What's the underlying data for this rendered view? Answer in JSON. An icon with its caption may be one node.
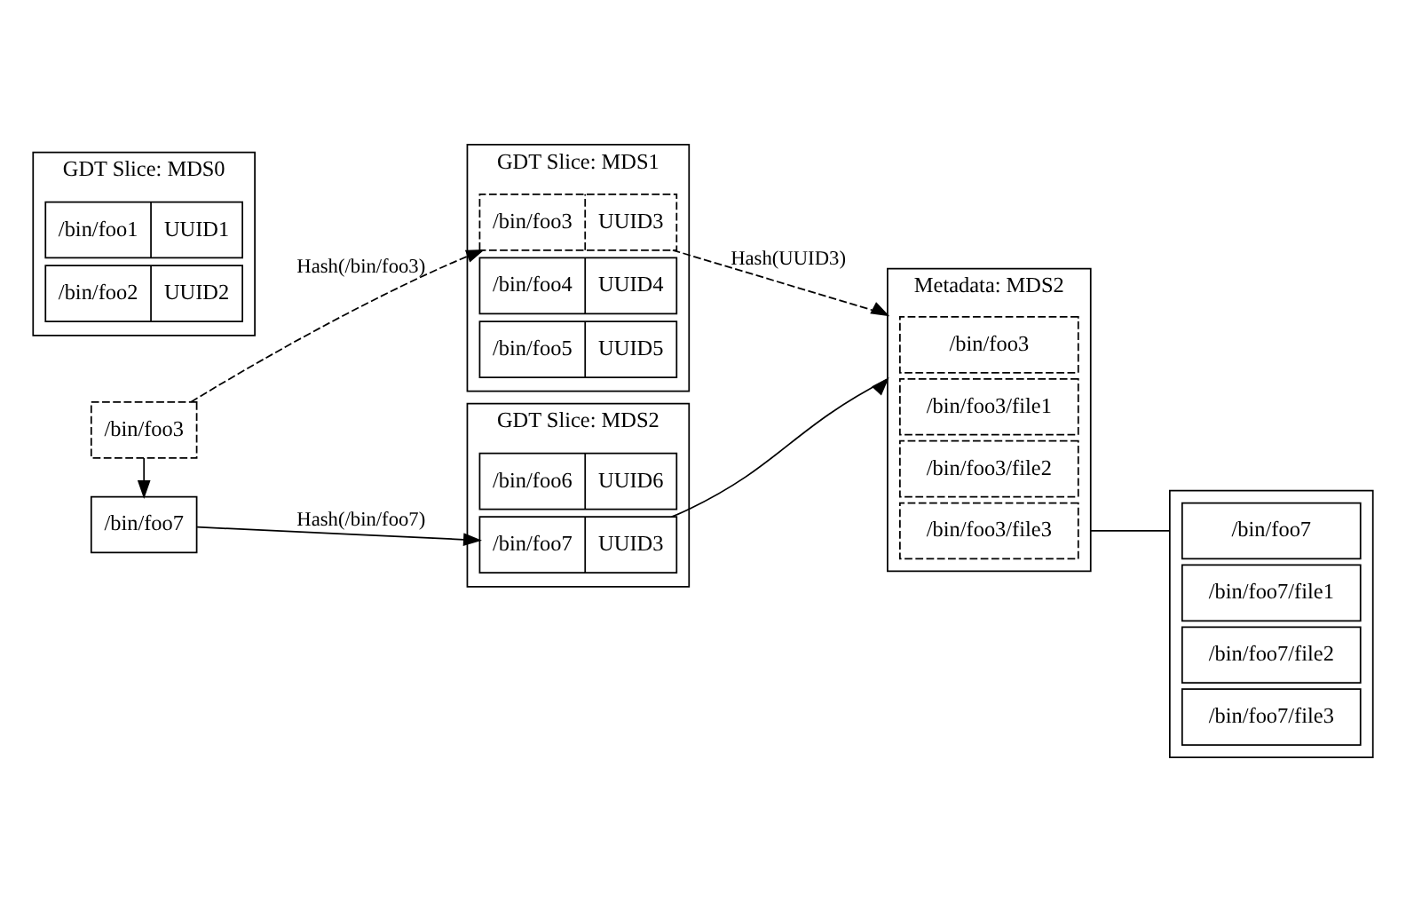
{
  "diagram": {
    "nodes": [
      {
        "text": [
          "/bin/foo3"
        ]
      },
      {
        "text": [
          "/bin/foo7"
        ]
      },
      {
        "text": [
          "GDT Slice: MDS0"
        ]
      },
      {
        "text": [
          "/bin/foo1",
          "UUID1"
        ],
        "in": 2
      },
      {
        "text": [
          "/bin/foo2",
          "UUID2"
        ],
        "in": 2
      },
      {
        "text": [
          "GDT Slice: MDS1"
        ]
      },
      {
        "text": [
          "/bin/foo3",
          "UUID3"
        ],
        "in": 5
      },
      {
        "text": [
          "/bin/foo4",
          "UUID4"
        ],
        "in": 5
      },
      {
        "text": [
          "/bin/foo5",
          "UUID5"
        ],
        "in": 5
      },
      {
        "text": [
          "GDT Slice: MDS2"
        ]
      },
      {
        "text": [
          "/bin/foo6",
          "UUID6"
        ],
        "in": 9
      },
      {
        "text": [
          "/bin/foo7",
          "UUID3"
        ],
        "in": 9
      },
      {
        "text": [
          "Metadata: MDS2"
        ]
      },
      {
        "text": [
          "/bin/foo3"
        ],
        "in": 12
      },
      {
        "text": [
          "/bin/foo3/file1"
        ],
        "in": 12
      },
      {
        "text": [
          "/bin/foo3/file2"
        ],
        "in": 12
      },
      {
        "text": [
          "/bin/foo3/file3"
        ],
        "in": 12
      },
      {
        "text": [],
        "shape": "box"
      },
      {
        "text": [
          "/bin/foo7"
        ],
        "in": 17
      },
      {
        "text": [
          "/bin/foo7/file1"
        ],
        "in": 17
      },
      {
        "text": [
          "/bin/foo7/file2"
        ],
        "in": 17
      },
      {
        "text": [
          "/bin/foo7/file3"
        ],
        "in": 17
      }
    ],
    "edges": [
      {
        "from": 0,
        "to": 1,
        "arrow": "to"
      },
      {
        "from": 0,
        "to": 6,
        "arrow": "to",
        "label": "Hash(/bin/foo3)",
        "style": "dashed"
      },
      {
        "from": 1,
        "to": 11,
        "arrow": "to",
        "label": "Hash(/bin/foo7)"
      },
      {
        "from": 6,
        "to": 12,
        "arrow": "to",
        "label": "Hash(UUID3)",
        "style": "dashed"
      },
      {
        "from": 11,
        "to": 12,
        "arrow": "to"
      },
      {
        "from": 12,
        "to": 17,
        "arrow": "none"
      }
    ]
  }
}
